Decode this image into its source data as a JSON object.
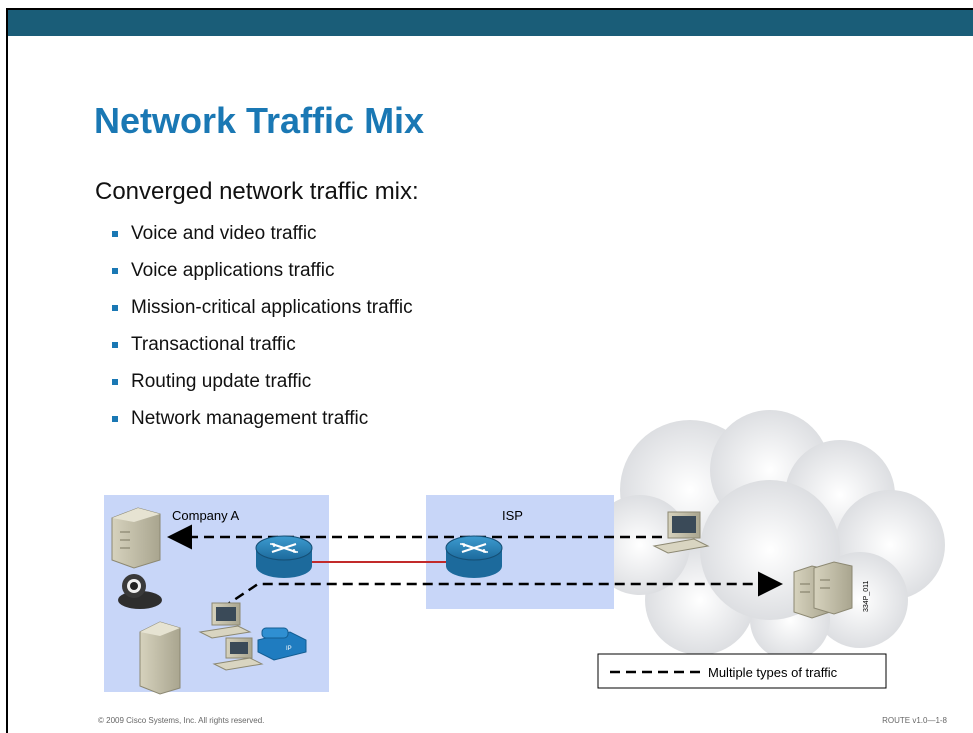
{
  "slide": {
    "title": "Network Traffic Mix",
    "subtitle": "Converged network traffic mix:",
    "bullets": [
      "Voice and video traffic",
      "Voice applications traffic",
      "Mission-critical applications traffic",
      "Transactional traffic",
      "Routing update traffic",
      "Network management traffic"
    ],
    "accent_color": "#1a78b4",
    "bar_color": "#1a5d78"
  },
  "diagram": {
    "company_label": "Company A",
    "isp_label": "ISP",
    "legend_label": "Multiple types of traffic",
    "figure_id": "334P_011",
    "region_color": "#c8d6f8"
  },
  "footer": {
    "copyright": "© 2009 Cisco Systems, Inc. All rights reserved.",
    "course": "ROUTE v1.0—1-8"
  }
}
